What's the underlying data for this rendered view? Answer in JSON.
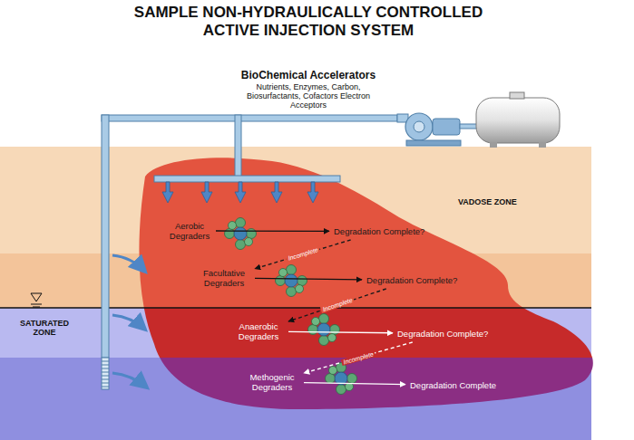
{
  "diagram": {
    "title": "SAMPLE NON-HYDRAULICALLY CONTROLLED ACTIVE INJECTION SYSTEM",
    "nodes": [
      {
        "text": [
          "Aerobic Degraders"
        ]
      },
      {
        "text": [
          "Degradation Complete?"
        ]
      },
      {
        "text": [
          "Facultative Degraders"
        ]
      },
      {
        "text": [
          "Degradation Complete?"
        ]
      },
      {
        "text": [
          "Anaerobic Degraders"
        ]
      },
      {
        "text": [
          "Degradation Complete?"
        ]
      },
      {
        "text": [
          "Methogenic Degraders"
        ]
      },
      {
        "text": [
          "Degradation Complete"
        ]
      }
    ],
    "edges": [
      {
        "from": 0,
        "to": 1,
        "arrow": "to"
      },
      {
        "from": 2,
        "to": 3,
        "arrow": "to"
      },
      {
        "from": 4,
        "to": 5,
        "arrow": "to"
      },
      {
        "from": 6,
        "to": 7,
        "arrow": "to"
      },
      {
        "from": 1,
        "to": 2,
        "label": "Incomplete",
        "arrow": "to"
      },
      {
        "from": 3,
        "to": 4,
        "label": "Incomplete",
        "arrow": "to"
      },
      {
        "from": 5,
        "to": 6,
        "label": "Incomplete",
        "arrow": "to"
      }
    ],
    "labels": [
      "BioChemical Accelerators",
      "Nutrients, Enzymes, Carbon, Biosurfactants, Cofactors Electron Acceptors",
      "VADOSE ZONE",
      "SATURATED ZONE"
    ]
  }
}
